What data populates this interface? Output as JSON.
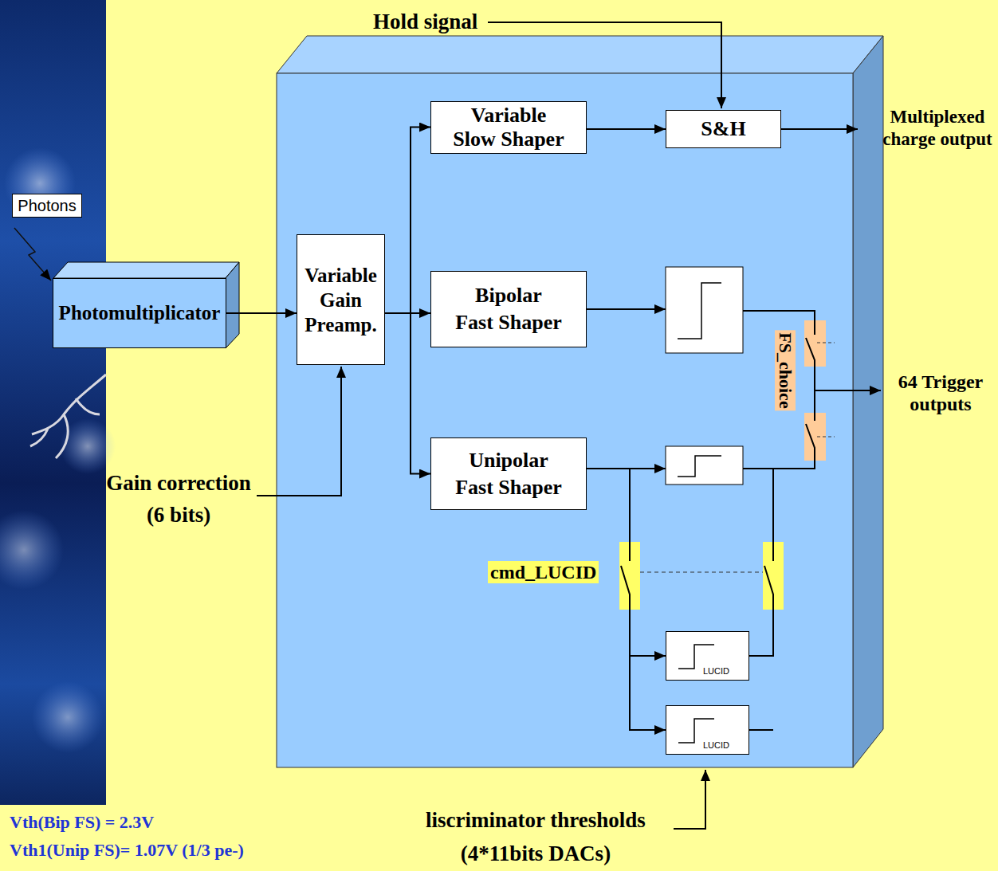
{
  "diagram": {
    "nodes": [
      {
        "text": [
          "Photomultiplicator"
        ]
      },
      {
        "text": [
          "Variable Gain Preamp."
        ]
      },
      {
        "text": [
          "Variable Slow Shaper"
        ]
      },
      {
        "text": [
          "S&H"
        ]
      },
      {
        "text": [
          "Bipolar Fast Shaper"
        ]
      },
      {
        "text": [
          "Unipolar Fast Shaper"
        ]
      },
      {
        "text": [
          "LUCID"
        ]
      },
      {
        "text": [
          "LUCID"
        ]
      }
    ],
    "edges": [
      {
        "from": 0,
        "to": 1,
        "arrow": "to"
      },
      {
        "from": 1,
        "to": 2,
        "arrow": "to"
      },
      {
        "from": 1,
        "to": 4,
        "arrow": "to"
      },
      {
        "from": 1,
        "to": 5,
        "arrow": "to"
      },
      {
        "from": 2,
        "to": 3,
        "arrow": "to"
      },
      {
        "from": 5,
        "to": 6,
        "arrow": "to"
      },
      {
        "from": 5,
        "to": 7,
        "arrow": "to"
      }
    ],
    "labels": [
      "Hold signal",
      "Multiplexed charge output",
      "Photons",
      "64 Trigger outputs",
      "FS_choice",
      "cmd_LUCID",
      "Gain correction (6 bits)",
      "liscriminator thresholds (4*11bits DACs)",
      "Vth(Bip FS) = 2.3V",
      "Vth1(Unip FS)= 1.07V (1/3 pe-)"
    ]
  }
}
